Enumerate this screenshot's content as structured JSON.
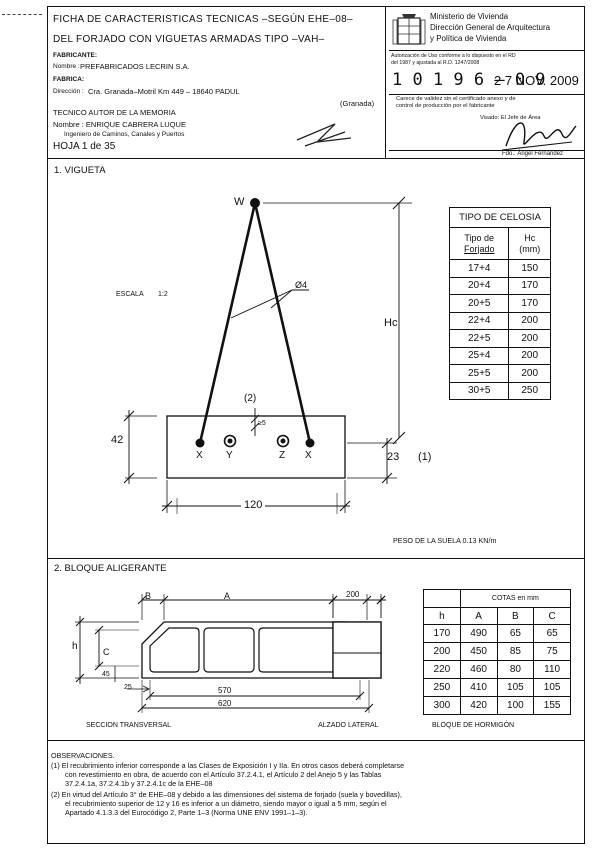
{
  "header": {
    "title_line1": "FICHA DE CARACTERISTICAS TECNICAS –SEGÚN EHE–08–",
    "title_line2": "DEL FORJADO CON VIGUETAS ARMADAS TIPO –VAH–",
    "fabricante_label": "FABRICANTE:",
    "nombre_label": "Nombre :",
    "nombre_value": "PREFABRICADOS LECRIN  S.A.",
    "fabrica_label": "FABRICA:",
    "direccion_label": "Dirección :",
    "direccion_value": "Cra. Granada–Motril  Km  449   –   18640 PADUL",
    "provincia": "(Granada)",
    "tecnico_label": "TECNICO AUTOR DE LA MEMORIA",
    "tecnico_nombre": "Nombre :  ENRIQUE CABRERA LUQUE",
    "tecnico_titulo": "Ingeniero de Caminos, Canales y Puertos",
    "hoja": "HOJA  1  de  35"
  },
  "stamp": {
    "ministerio": "Ministerio de Vivienda",
    "direccion_general": "Dirección General de Arquitectura",
    "politica": "y Política de Vivienda",
    "autorizacion_line1": "Autorización de Uso conforme a lo dispuesto en el RD",
    "autorizacion_line2": "del 1987 y ajustada al R.D. 1247/2008",
    "numero": "1 0 1 9 6 – 0 9",
    "fecha": "2 7  NOV. 2009",
    "caracter_line1": "Carece de validez sin el certificado anexo y de",
    "caracter_line2": "control de producción por el fabricante",
    "visado": "Visado: El Jefe de Área",
    "firma": "Fdo.: Ángel Fernández"
  },
  "section1": {
    "title": "1.  VIGUETA",
    "escala_label": "ESCALA",
    "escala_value": "1:2",
    "label_w": "W",
    "label_diam": "Ø4",
    "label_hc": "Hc",
    "label_2": "(2)",
    "label_ge5": "≥5",
    "label_42": "42",
    "label_23": "23",
    "label_1": "(1)",
    "label_x_left": "X",
    "label_y": "Y",
    "label_z": "Z",
    "label_x_right": "X",
    "label_120": "120",
    "peso": "PESO DE LA SUELA 0.13  KN/m"
  },
  "celosia": {
    "title": "TIPO DE  CELOSIA",
    "col1_header_line1": "Tipo de",
    "col1_header_line2": "Forjado",
    "col2_header_line1": "Hc",
    "col2_header_line2": "(mm)",
    "rows": [
      {
        "tipo": "17+4",
        "hc": "150"
      },
      {
        "tipo": "20+4",
        "hc": "170"
      },
      {
        "tipo": "20+5",
        "hc": "170"
      },
      {
        "tipo": "22+4",
        "hc": "200"
      },
      {
        "tipo": "22+5",
        "hc": "200"
      },
      {
        "tipo": "25+4",
        "hc": "200"
      },
      {
        "tipo": "25+5",
        "hc": "200"
      },
      {
        "tipo": "30+5",
        "hc": "250"
      }
    ]
  },
  "section2": {
    "title": "2.  BLOQUE  ALIGERANTE",
    "label_b": "B",
    "label_a": "A",
    "label_h": "h",
    "label_c": "C",
    "label_45": "45",
    "label_25": "25",
    "label_570": "570",
    "label_620": "620",
    "label_200": "200",
    "seccion": "SECCION TRANSVERSAL",
    "alzado": "ALZADO LATERAL",
    "bloque": "BLOQUE DE HORMIGÓN"
  },
  "cotas": {
    "title": "COTAS   en   mm",
    "headers": [
      "h",
      "A",
      "B",
      "C"
    ],
    "rows": [
      [
        "170",
        "490",
        "65",
        "65"
      ],
      [
        "200",
        "450",
        "85",
        "75"
      ],
      [
        "220",
        "460",
        "80",
        "110"
      ],
      [
        "250",
        "410",
        "105",
        "105"
      ],
      [
        "300",
        "420",
        "100",
        "155"
      ]
    ]
  },
  "observaciones": {
    "title": "OBSERVACIONES.",
    "obs1_line1": "(1)  El recubrimiento inferior corresponde a las Clases de Exposición I y IIa. En otros casos deberá completarse",
    "obs1_line2": "con revestimiento en obra, de acuerdo con el Artículo 37.2.4.1, el Artículo 2 del Anejo 5 y las Tablas",
    "obs1_line3": "37.2.4.1a, 37.2.4.1b y 37.2.4.1c de la EHE–08",
    "obs2_line1": "(2)  En virtud del Artículo 3° de EHE–08 y debido a las dimensiones del sistema de forjado (suela y bovedillas),",
    "obs2_line2": "el recubrimiento superior de   12 y   16 es inferior a un diámetro, siendo mayor o igual a 5 mm, según el",
    "obs2_line3": "Apartado 4.1.3.3 del Eurocódigo 2, Parte 1–3 (Norma UNE ENV 1991–1–3)."
  }
}
